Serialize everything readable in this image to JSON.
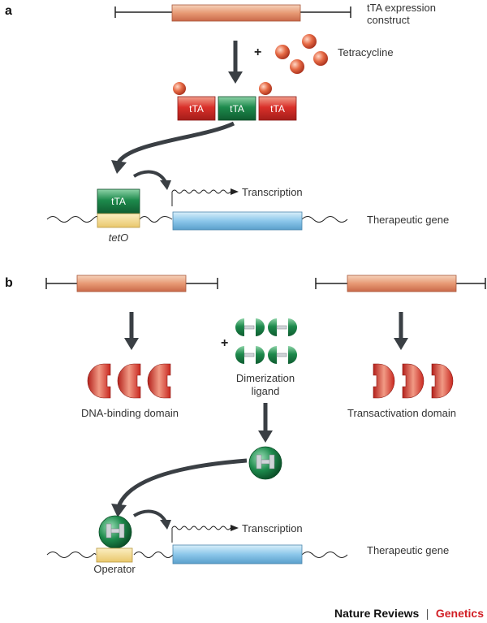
{
  "panel_a": {
    "letter": "a",
    "construct_label_line1": "tTA expression",
    "construct_label_line2": "construct",
    "plus": "+",
    "tetracycline_label": "Tetracycline",
    "tta_labels": [
      "tTA",
      "tTA",
      "tTA"
    ],
    "bound_tta_label": "tTA",
    "tet_operator_label": "tetO",
    "transcription_label": "Transcription",
    "gene_label": "Therapeutic gene"
  },
  "panel_b": {
    "letter": "b",
    "plus": "+",
    "dna_binding_label": "DNA-binding domain",
    "ligand_label_line1": "Dimerization",
    "ligand_label_line2": "ligand",
    "transactivation_label": "Transactivation domain",
    "transcription_label": "Transcription",
    "operator_label": "Operator",
    "gene_label": "Therapeutic gene"
  },
  "footer": {
    "publisher": "Nature Reviews",
    "separator": "|",
    "journal": "Genetics"
  },
  "colors": {
    "construct": "#e8a07a",
    "red_protein": "#d9302a",
    "green_protein": "#1d8a4c",
    "gene_blue": "#8cc7ea",
    "operator_yellow": "#f3d98a",
    "arrow": "#3a3f44",
    "journal_red": "#d21f26"
  }
}
